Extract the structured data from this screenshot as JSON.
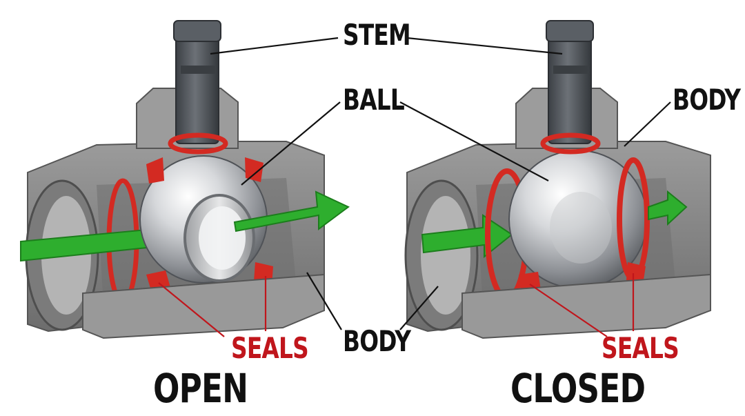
{
  "labels": {
    "stem": "STEM",
    "ball": "BALL",
    "body_right": "BODY",
    "body_center": "BODY",
    "seals_left": "SEALS",
    "seals_right": "SEALS",
    "open": "OPEN",
    "closed": "CLOSED"
  },
  "colors": {
    "metal": "#8e8e8e",
    "metal_dark": "#5f5f5f",
    "stem": "#4b4f54",
    "seal": "#d32a22",
    "arrow": "#2eae2e",
    "label": "#111111",
    "seal_label": "#c0161c"
  }
}
